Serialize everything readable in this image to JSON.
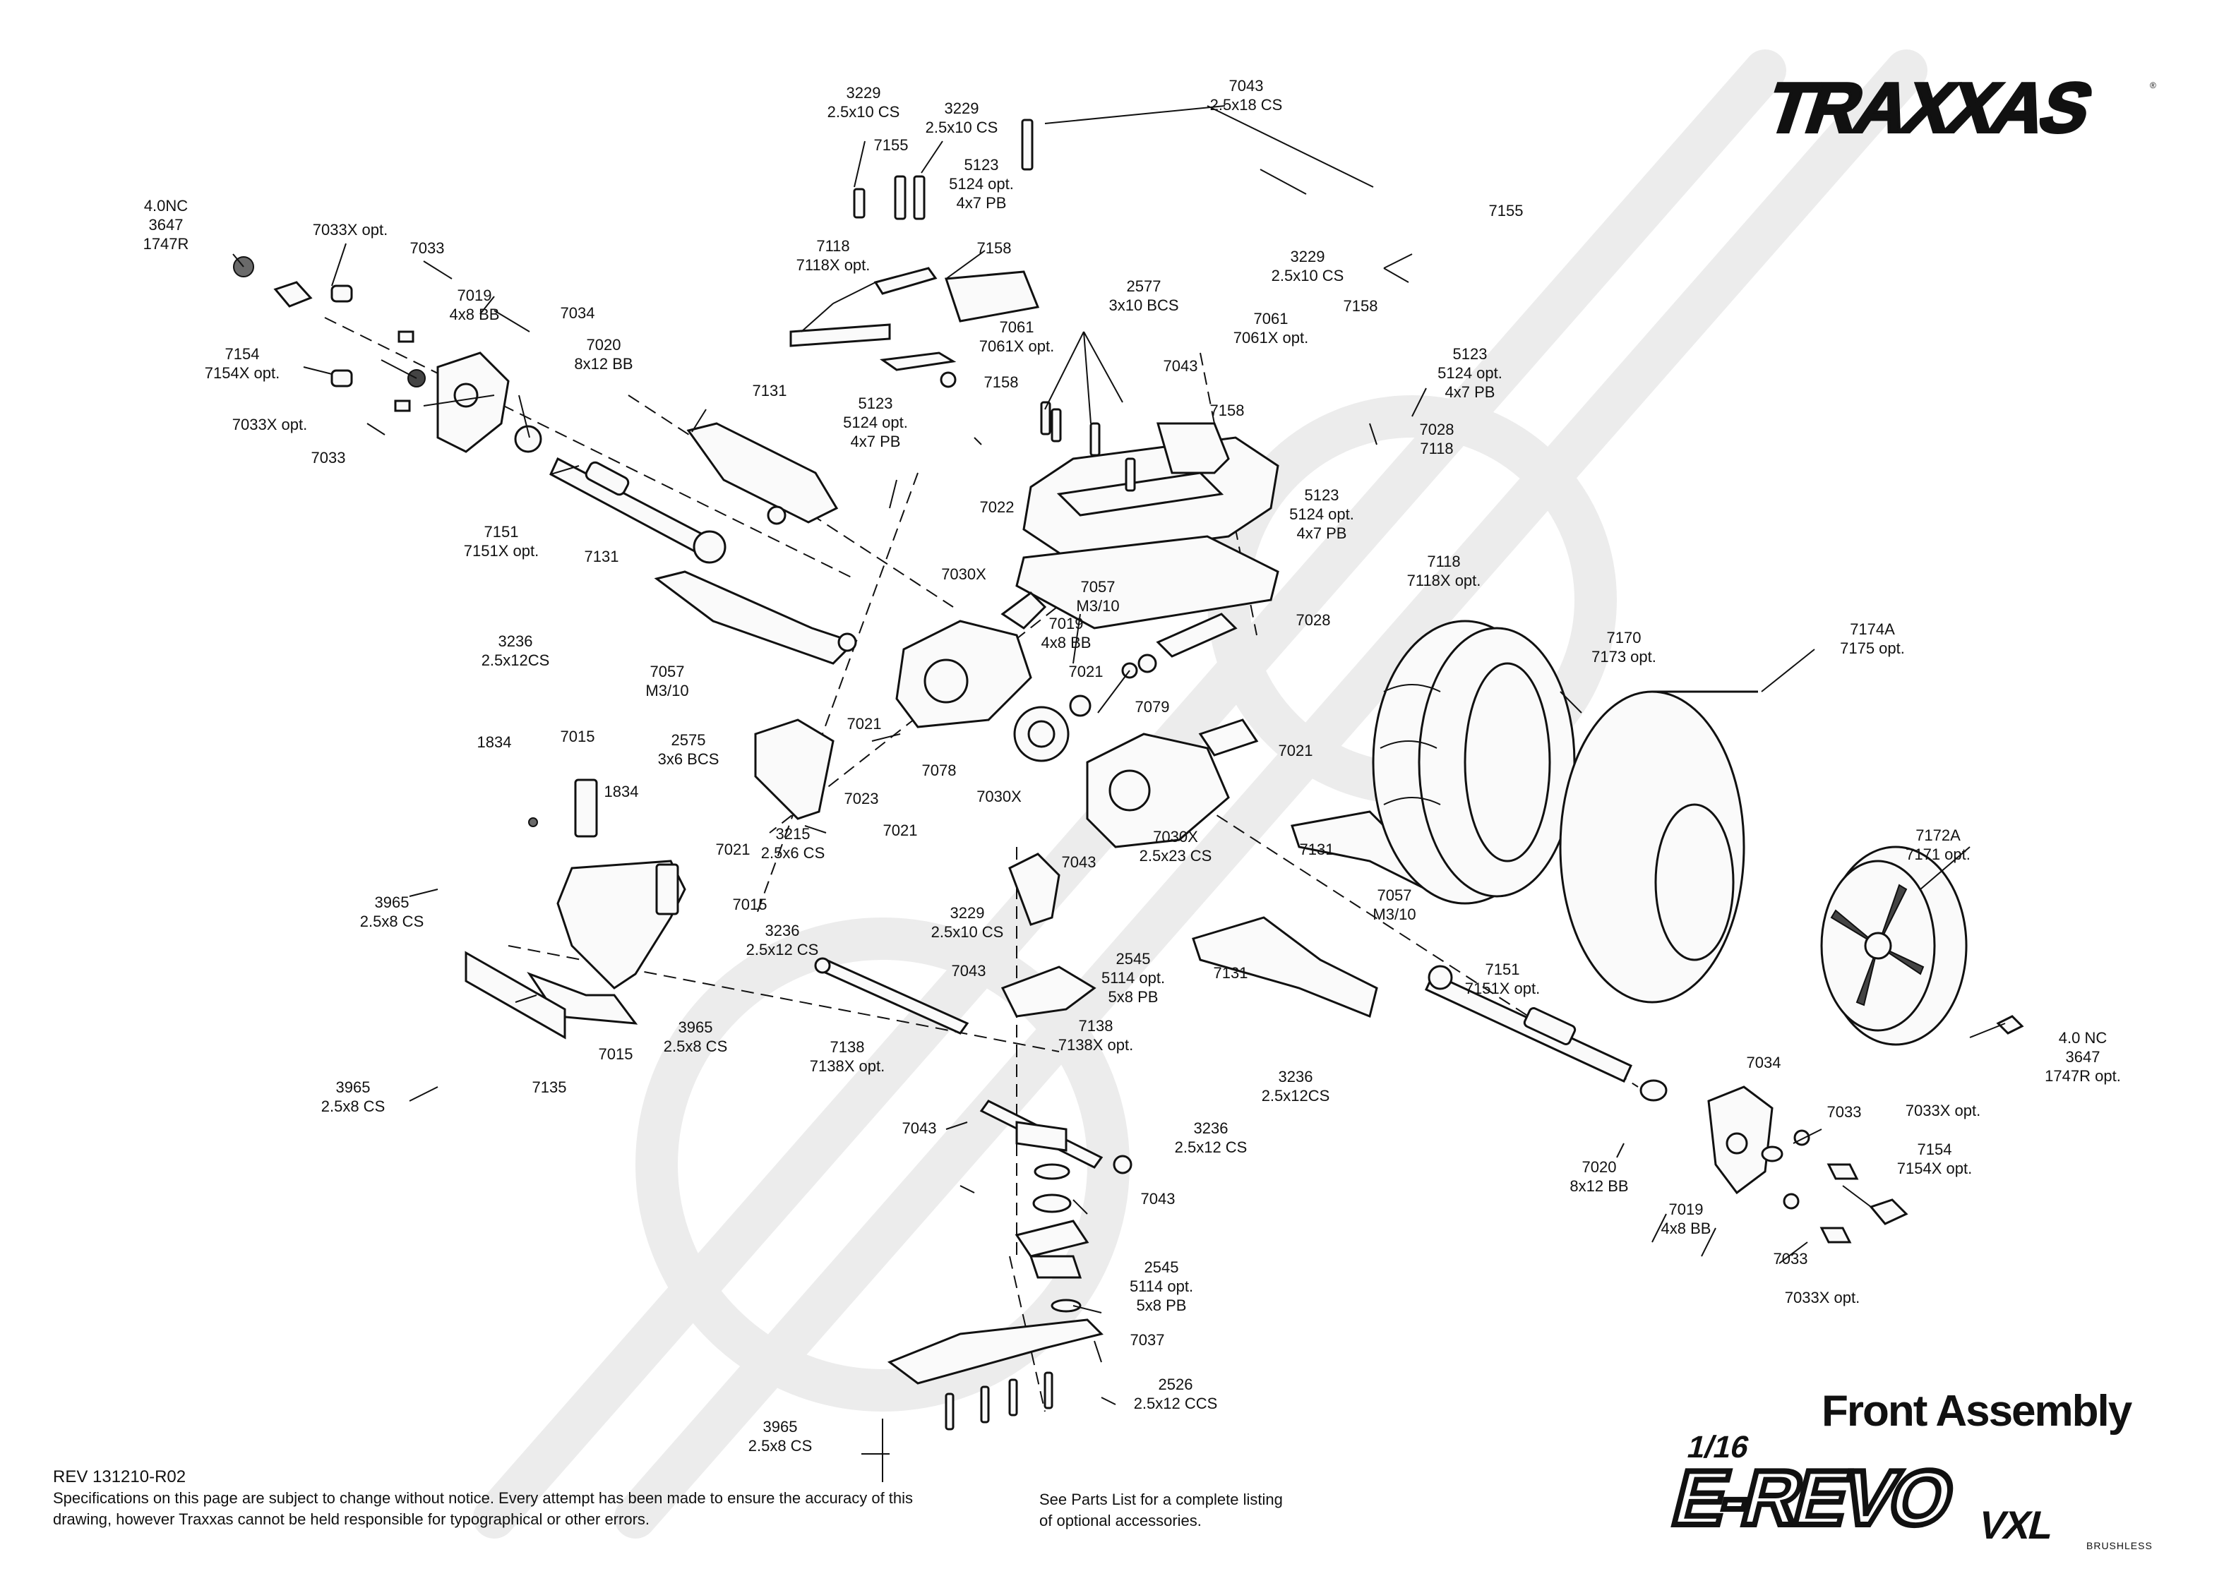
{
  "brand": "TRAXXAS",
  "title": "Front Assembly",
  "product": {
    "scale": "1/16",
    "name": "E-REVO",
    "variant": "VXL",
    "tag": "BRUSHLESS"
  },
  "footer": {
    "rev": "REV 131210-R02",
    "disclaimer": "Specifications on this page are subject to change without notice.  Every attempt has been made to ensure the accuracy of this drawing, however Traxxas cannot be held responsible for typographical or other errors.",
    "note": "See Parts List for a complete listing of optional accessories."
  },
  "callouts": [
    {
      "id": "c1",
      "lines": [
        "3229",
        "2.5x10 CS"
      ]
    },
    {
      "id": "c2",
      "lines": [
        "3229",
        "2.5x10 CS"
      ]
    },
    {
      "id": "c3",
      "lines": [
        "7043",
        "2.5x18 CS"
      ]
    },
    {
      "id": "c4",
      "lines": [
        "7155"
      ]
    },
    {
      "id": "c5",
      "lines": [
        "5123",
        "5124 opt.",
        "4x7 PB"
      ]
    },
    {
      "id": "c6",
      "lines": [
        "4.0NC",
        "3647",
        "1747R"
      ]
    },
    {
      "id": "c7",
      "lines": [
        "7033X opt."
      ]
    },
    {
      "id": "c8",
      "lines": [
        "7033"
      ]
    },
    {
      "id": "c9",
      "lines": [
        "7118",
        "7118X opt."
      ]
    },
    {
      "id": "c10",
      "lines": [
        "7158"
      ]
    },
    {
      "id": "c11",
      "lines": [
        "7155"
      ]
    },
    {
      "id": "c12",
      "lines": [
        "3229",
        "2.5x10 CS"
      ]
    },
    {
      "id": "c13",
      "lines": [
        "7019",
        "4x8 BB"
      ]
    },
    {
      "id": "c14",
      "lines": [
        "7034"
      ]
    },
    {
      "id": "c15",
      "lines": [
        "2577",
        "3x10 BCS"
      ]
    },
    {
      "id": "c16",
      "lines": [
        "7158"
      ]
    },
    {
      "id": "c17",
      "lines": [
        "7061",
        "7061X opt."
      ]
    },
    {
      "id": "c18",
      "lines": [
        "7061",
        "7061X opt."
      ]
    },
    {
      "id": "c19",
      "lines": [
        "7154",
        "7154X opt."
      ]
    },
    {
      "id": "c20",
      "lines": [
        "7020",
        "8x12 BB"
      ]
    },
    {
      "id": "c21",
      "lines": [
        "7043"
      ]
    },
    {
      "id": "c22",
      "lines": [
        "5123",
        "5124 opt.",
        "4x7 PB"
      ]
    },
    {
      "id": "c23",
      "lines": [
        "7033X opt."
      ]
    },
    {
      "id": "c24",
      "lines": [
        "7131"
      ]
    },
    {
      "id": "c25",
      "lines": [
        "7158"
      ]
    },
    {
      "id": "c26",
      "lines": [
        "7033"
      ]
    },
    {
      "id": "c27",
      "lines": [
        "5123",
        "5124 opt.",
        "4x7 PB"
      ]
    },
    {
      "id": "c28",
      "lines": [
        "7158"
      ]
    },
    {
      "id": "c29",
      "lines": [
        "7028",
        "7118"
      ]
    },
    {
      "id": "c30",
      "lines": [
        "5123",
        "5124 opt.",
        "4x7 PB"
      ]
    },
    {
      "id": "c31",
      "lines": [
        "7022"
      ]
    },
    {
      "id": "c32",
      "lines": [
        "7151",
        "7151X opt."
      ]
    },
    {
      "id": "c33",
      "lines": [
        "7131"
      ]
    },
    {
      "id": "c34",
      "lines": [
        "7118",
        "7118X opt."
      ]
    },
    {
      "id": "c35",
      "lines": [
        "7030X"
      ]
    },
    {
      "id": "c36",
      "lines": [
        "7057",
        "M3/10"
      ]
    },
    {
      "id": "c37",
      "lines": [
        "7028"
      ]
    },
    {
      "id": "c38",
      "lines": [
        "3236",
        "2.5x12CS"
      ]
    },
    {
      "id": "c39",
      "lines": [
        "7019",
        "4x8 BB"
      ]
    },
    {
      "id": "c40",
      "lines": [
        "7170",
        "7173 opt."
      ]
    },
    {
      "id": "c41",
      "lines": [
        "7174A",
        "7175 opt."
      ]
    },
    {
      "id": "c42",
      "lines": [
        "7057",
        "M3/10"
      ]
    },
    {
      "id": "c43",
      "lines": [
        "7021"
      ]
    },
    {
      "id": "c44",
      "lines": [
        "7079"
      ]
    },
    {
      "id": "c45",
      "lines": [
        "7021"
      ]
    },
    {
      "id": "c46",
      "lines": [
        "1834"
      ]
    },
    {
      "id": "c47",
      "lines": [
        "7015"
      ]
    },
    {
      "id": "c48",
      "lines": [
        "2575",
        "3x6 BCS"
      ]
    },
    {
      "id": "c49",
      "lines": [
        "7078"
      ]
    },
    {
      "id": "c50",
      "lines": [
        "7021"
      ]
    },
    {
      "id": "c51",
      "lines": [
        "1834"
      ]
    },
    {
      "id": "c52",
      "lines": [
        "7023"
      ]
    },
    {
      "id": "c53",
      "lines": [
        "7030X"
      ]
    },
    {
      "id": "c54",
      "lines": [
        "7021"
      ]
    },
    {
      "id": "c55",
      "lines": [
        "3215",
        "2.5x6 CS"
      ]
    },
    {
      "id": "c56",
      "lines": [
        "7021"
      ]
    },
    {
      "id": "c57",
      "lines": [
        "7030X",
        "2.5x23 CS"
      ]
    },
    {
      "id": "c58",
      "lines": [
        "7131"
      ]
    },
    {
      "id": "c59",
      "lines": [
        "7172A",
        "7171 opt."
      ]
    },
    {
      "id": "c60",
      "lines": [
        "7043"
      ]
    },
    {
      "id": "c61",
      "lines": [
        "3965",
        "2.5x8 CS"
      ]
    },
    {
      "id": "c62",
      "lines": [
        "7015"
      ]
    },
    {
      "id": "c63",
      "lines": [
        "3229",
        "2.5x10 CS"
      ]
    },
    {
      "id": "c64",
      "lines": [
        "7057",
        "M3/10"
      ]
    },
    {
      "id": "c65",
      "lines": [
        "3236",
        "2.5x12 CS"
      ]
    },
    {
      "id": "c66",
      "lines": [
        "2545",
        "5114 opt.",
        "5x8 PB"
      ]
    },
    {
      "id": "c67",
      "lines": [
        "7043"
      ]
    },
    {
      "id": "c68",
      "lines": [
        "7131"
      ]
    },
    {
      "id": "c69",
      "lines": [
        "7151",
        "7151X opt."
      ]
    },
    {
      "id": "c70",
      "lines": [
        "3965",
        "2.5x8 CS"
      ]
    },
    {
      "id": "c71",
      "lines": [
        "7015"
      ]
    },
    {
      "id": "c72",
      "lines": [
        "7138",
        "7138X opt."
      ]
    },
    {
      "id": "c73",
      "lines": [
        "7138",
        "7138X opt."
      ]
    },
    {
      "id": "c74",
      "lines": [
        "3236",
        "2.5x12CS"
      ]
    },
    {
      "id": "c75",
      "lines": [
        "4.0 NC",
        "3647",
        "1747R opt."
      ]
    },
    {
      "id": "c76",
      "lines": [
        "7034"
      ]
    },
    {
      "id": "c77",
      "lines": [
        "3965",
        "2.5x8 CS"
      ]
    },
    {
      "id": "c78",
      "lines": [
        "7135"
      ]
    },
    {
      "id": "c79",
      "lines": [
        "7043"
      ]
    },
    {
      "id": "c80",
      "lines": [
        "3236",
        "2.5x12 CS"
      ]
    },
    {
      "id": "c81",
      "lines": [
        "7033"
      ]
    },
    {
      "id": "c82",
      "lines": [
        "7033X opt."
      ]
    },
    {
      "id": "c83",
      "lines": [
        "7154",
        "7154X opt."
      ]
    },
    {
      "id": "c84",
      "lines": [
        "7043"
      ]
    },
    {
      "id": "c85",
      "lines": [
        "7020",
        "8x12 BB"
      ]
    },
    {
      "id": "c86",
      "lines": [
        "7019",
        "4x8 BB"
      ]
    },
    {
      "id": "c87",
      "lines": [
        "7033"
      ]
    },
    {
      "id": "c88",
      "lines": [
        "2545",
        "5114 opt.",
        "5x8 PB"
      ]
    },
    {
      "id": "c89",
      "lines": [
        "7033X opt."
      ]
    },
    {
      "id": "c90",
      "lines": [
        "7037"
      ]
    },
    {
      "id": "c91",
      "lines": [
        "2526",
        "2.5x12 CCS"
      ]
    },
    {
      "id": "c92",
      "lines": [
        "3965",
        "2.5x8 CS"
      ]
    }
  ]
}
